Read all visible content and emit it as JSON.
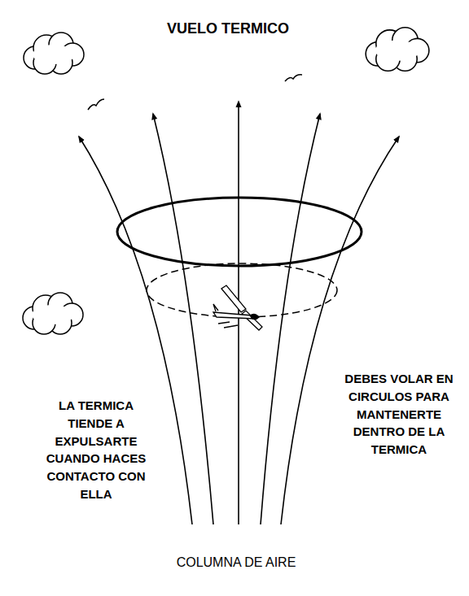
{
  "diagram": {
    "title": "VUELO TERMICO",
    "labels": [
      "LA TERMICA TIENDE A EXPULSARTE CUANDO HACES CONTACTO CON ELLA",
      "DEBES VOLAR EN CIRCULOS PARA MANTENERTE DENTRO DE LA TERMICA",
      "COLUMNA DE AIRE"
    ]
  }
}
